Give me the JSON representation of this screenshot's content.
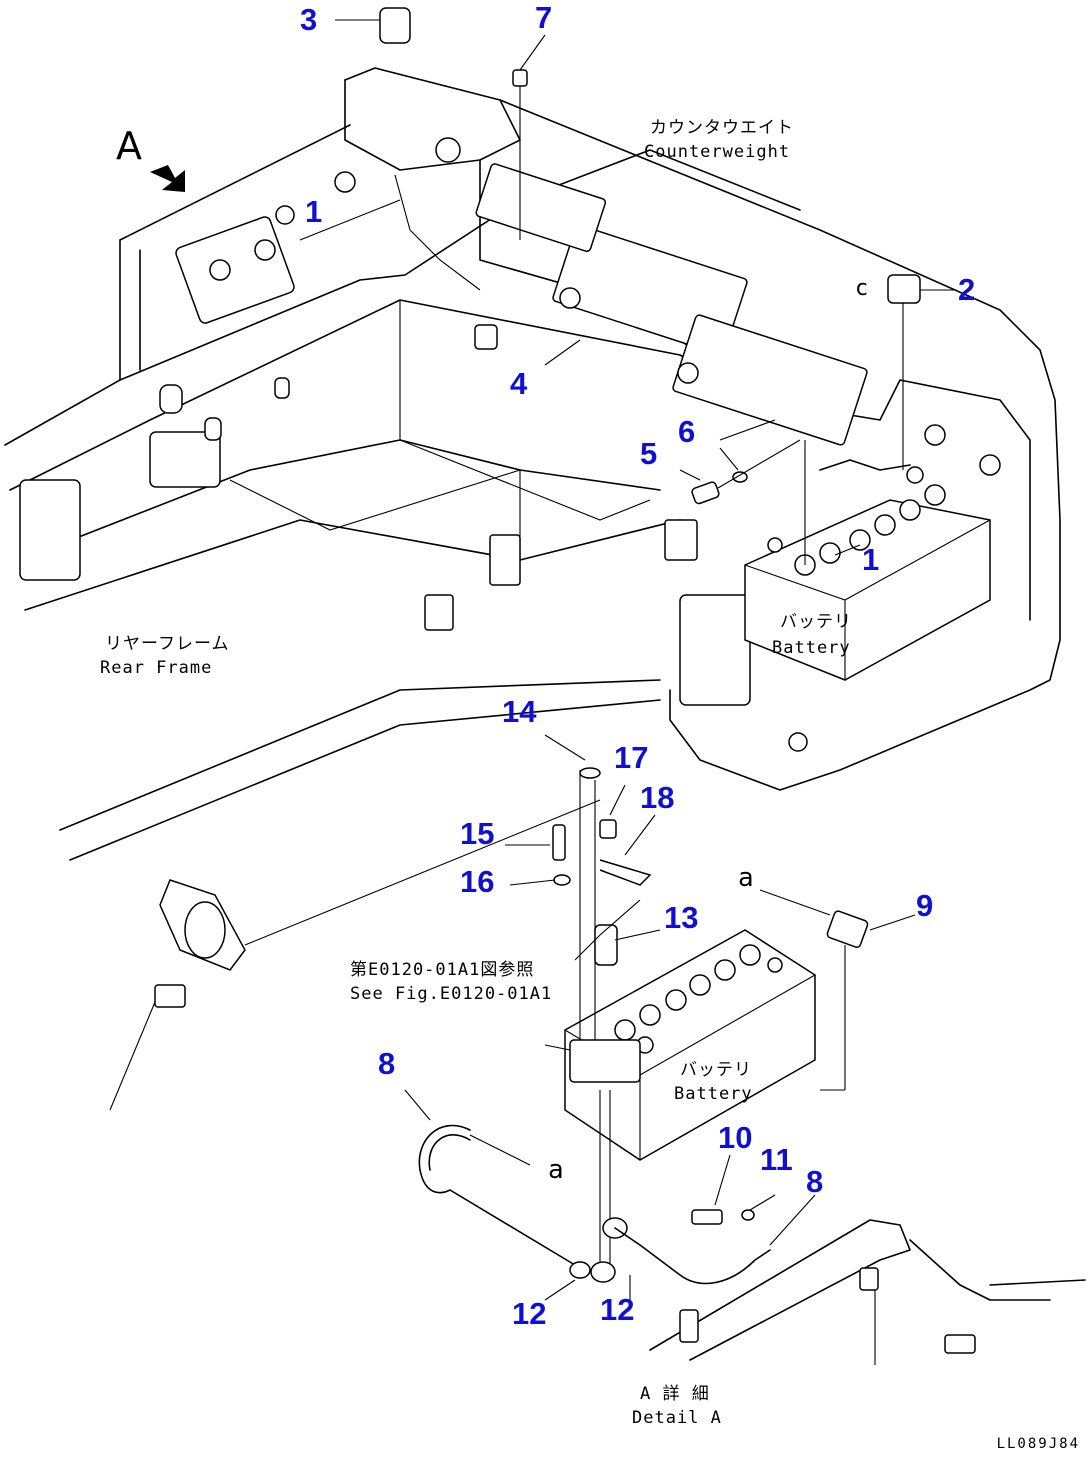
{
  "drawing_code": "LL089J84",
  "view_marker": "A",
  "callouts": [
    {
      "id": "c3",
      "text": "3"
    },
    {
      "id": "c7",
      "text": "7"
    },
    {
      "id": "c1a",
      "text": "1"
    },
    {
      "id": "c2",
      "text": "2"
    },
    {
      "id": "c4",
      "text": "4"
    },
    {
      "id": "c6",
      "text": "6"
    },
    {
      "id": "c5",
      "text": "5"
    },
    {
      "id": "c1b",
      "text": "1"
    },
    {
      "id": "c14",
      "text": "14"
    },
    {
      "id": "c17",
      "text": "17"
    },
    {
      "id": "c18",
      "text": "18"
    },
    {
      "id": "c15",
      "text": "15"
    },
    {
      "id": "c16",
      "text": "16"
    },
    {
      "id": "c13",
      "text": "13"
    },
    {
      "id": "c9",
      "text": "9"
    },
    {
      "id": "c8a",
      "text": "8"
    },
    {
      "id": "c10",
      "text": "10"
    },
    {
      "id": "c11",
      "text": "11"
    },
    {
      "id": "c8b",
      "text": "8"
    },
    {
      "id": "c12a",
      "text": "12"
    },
    {
      "id": "c12b",
      "text": "12"
    }
  ],
  "labels": {
    "counterweight_jp": "カウンタウエイト",
    "counterweight_en": "Counterweight",
    "rear_frame_jp": "リヤーフレーム",
    "rear_frame_en": "Rear Frame",
    "battery_top_jp": "バッテリ",
    "battery_top_en": "Battery",
    "battery_detail_jp": "バッテリ",
    "battery_detail_en": "Battery",
    "see_fig_jp": "第E0120-01A1図参照",
    "see_fig_en": "See Fig.E0120-01A1",
    "detail_a_jp": "A 詳 細",
    "detail_a_en": "Detail A",
    "ref_a_small_1": "a",
    "ref_a_small_2": "a",
    "ref_c": "c"
  },
  "colors": {
    "callout": "#1010d0",
    "line": "#000000",
    "background": "#ffffff"
  }
}
